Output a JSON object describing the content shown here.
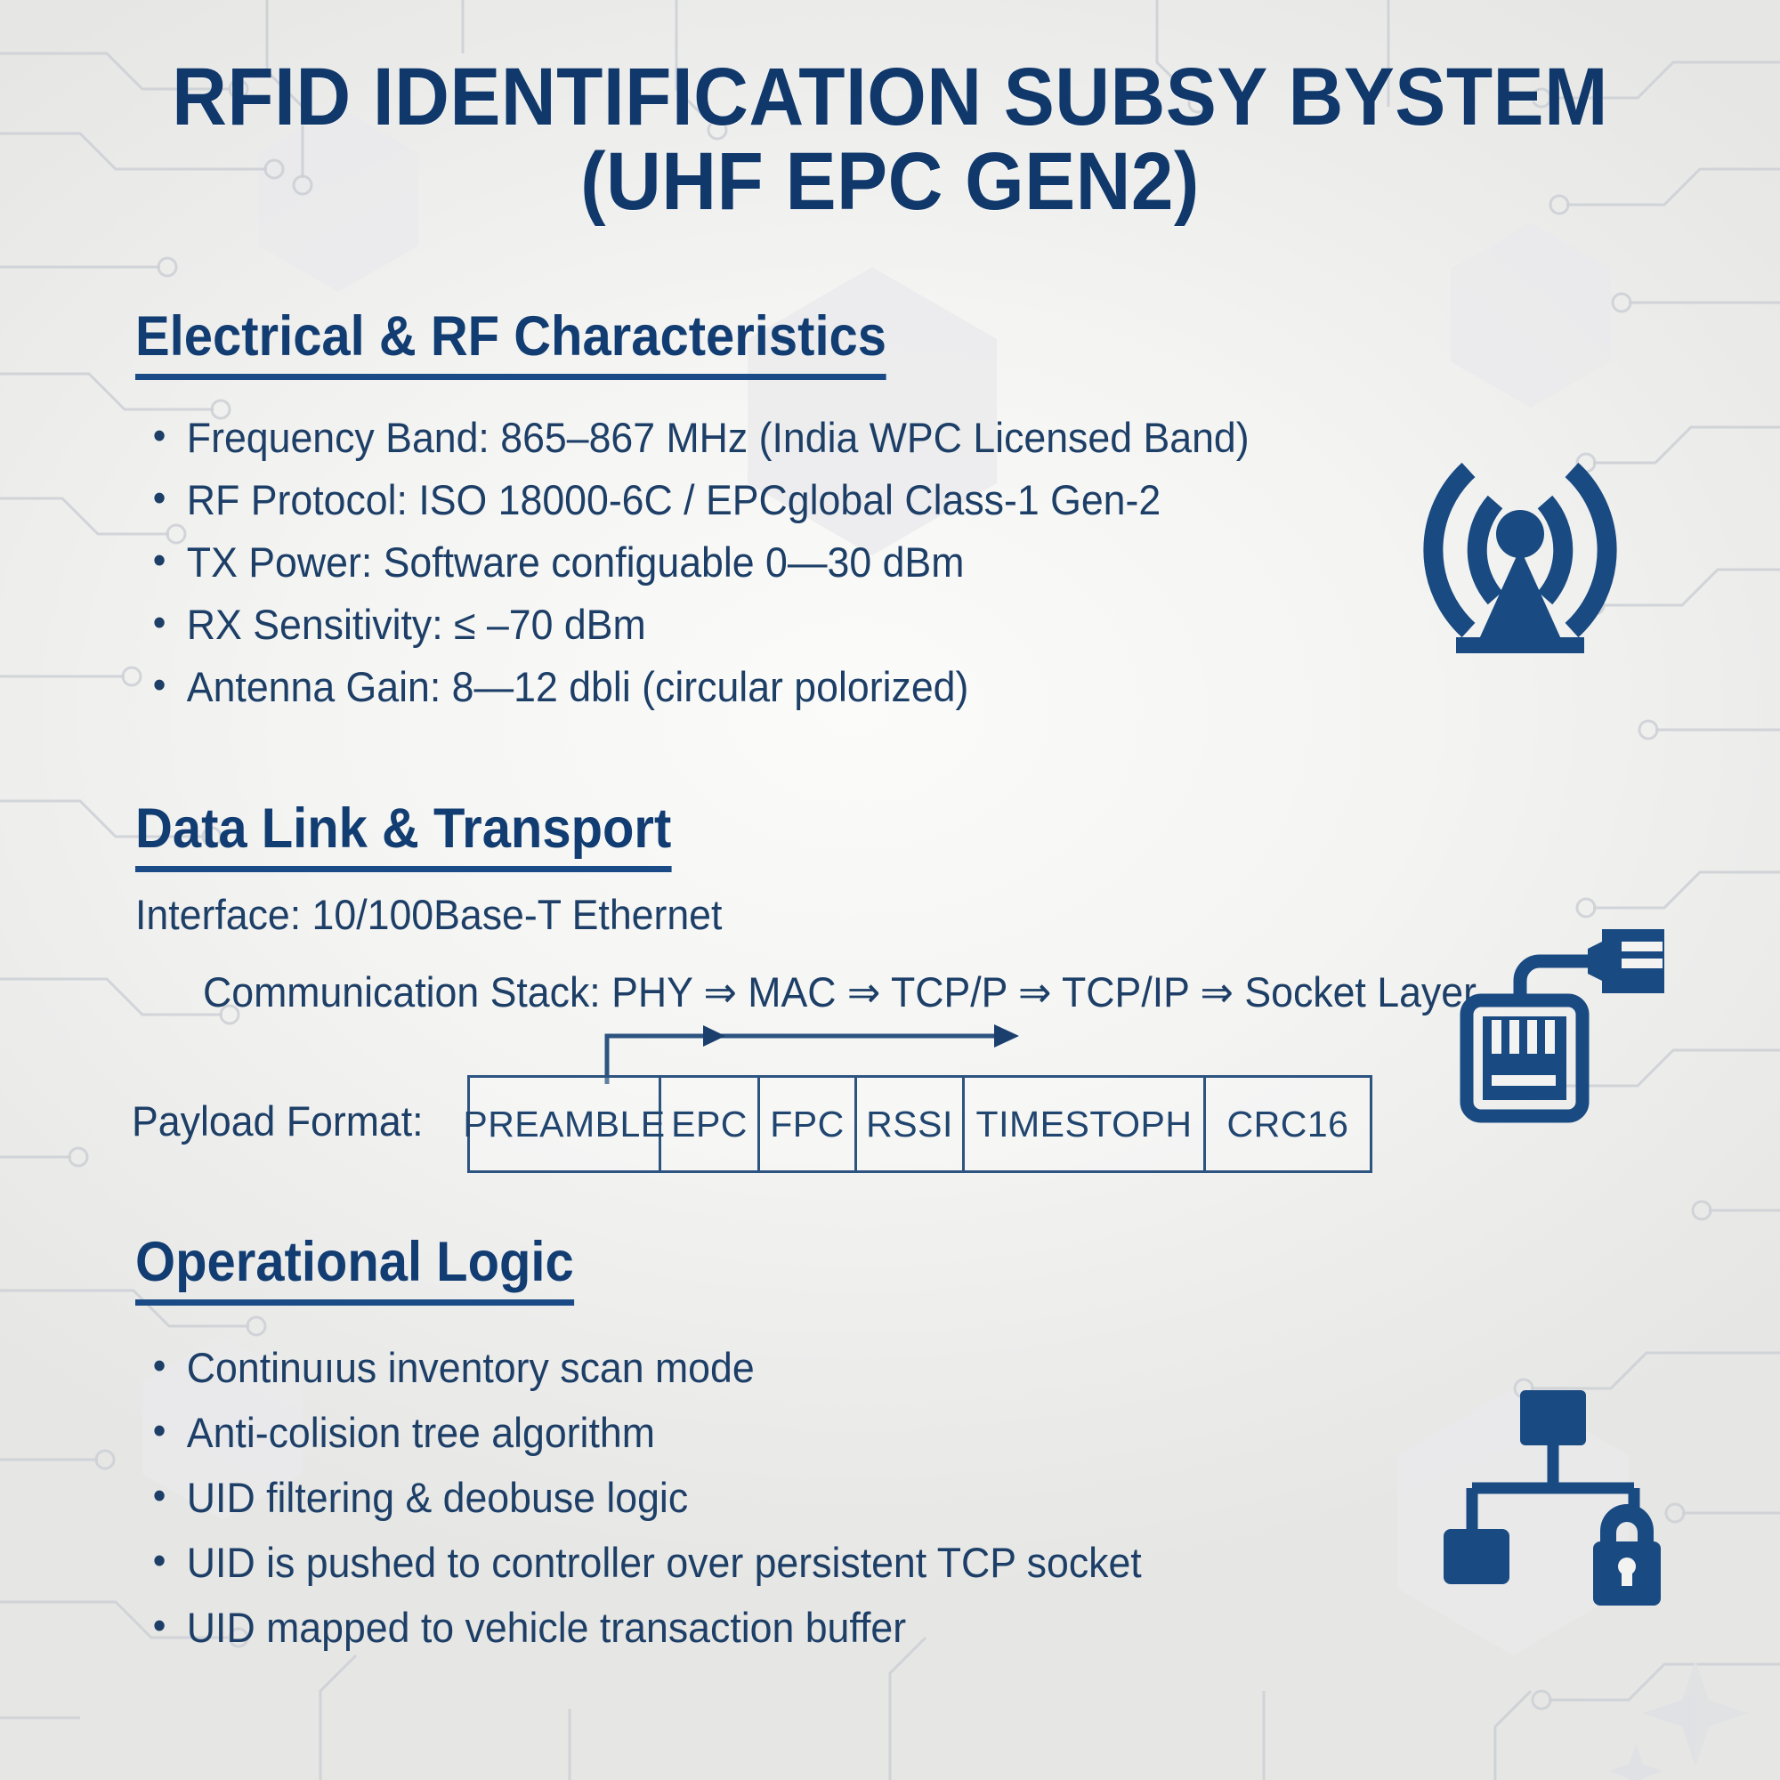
{
  "poster": {
    "title_lines": [
      "RFID IDENTIFICATION SUBSY BYSTEM",
      "(UHF EPC GEN2)"
    ],
    "accent_color": "#10386b",
    "body_color": "#1d3f67",
    "rule_color": "#1b4b86",
    "background_color": "#f2f2f0"
  },
  "sections": [
    {
      "heading": "Electrical & RF Characteristics",
      "bullets": [
        "Frequency Band: 865–867 MHz (India WPC Licensed Band)",
        "RF Protocol: ISO 18000-6C / EPCglobal Class-1 Gen-2",
        "TX Power: Software configuable 0—30 dBm",
        "RX Sensitivity: ≤ –70 dBm",
        "Antenna Gain: 8—12 dbli (circular polorized)"
      ],
      "icon": "rf-antenna-icon"
    },
    {
      "heading": "Data Link & Transport",
      "interface_line": "Interface: 10/100Base-T Ethernet",
      "stack_line": "Communication Stack: PHY ⇒ MAC ⇒ TCP/P ⇒ TCP/IP ⇒ Socket Layer",
      "payload_label": "Payload Format:",
      "payload_cells": [
        "PREAMBLE",
        "EPC",
        "FPC",
        "RSSI",
        "TIMESTOPH",
        "CRC16"
      ],
      "icon": "ethernet-plug-icon"
    },
    {
      "heading": "Operational Logic",
      "bullets": [
        "Continuıus inventory scan mode",
        "Anti-colision tree algorithm",
        "UID filtering & deobuse logic",
        "UID is pushed to controller over persistent TCP socket",
        "UID mapped to vehicle transaction buffer"
      ],
      "icon": "network-lock-icon"
    }
  ]
}
